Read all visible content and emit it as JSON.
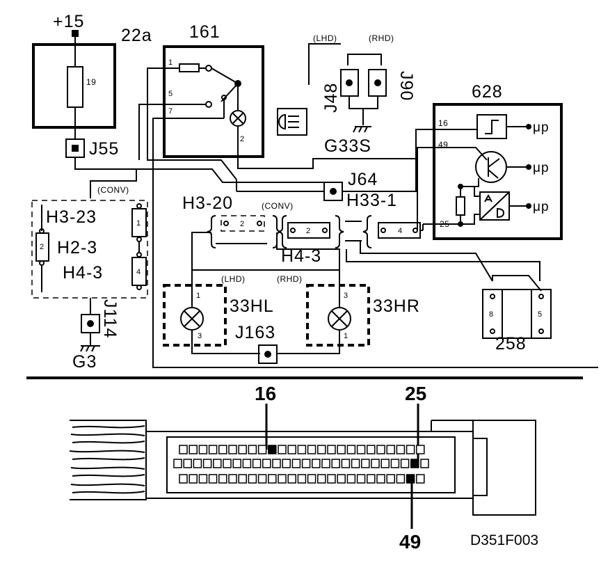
{
  "diagram": {
    "supply": "+15",
    "components": {
      "c22a": "22a",
      "c19": "19",
      "c161": "161",
      "c628": "628",
      "c258": "258",
      "c33HL": "33HL",
      "c33HR": "33HR"
    },
    "relay_pins": {
      "p1": "1",
      "p5": "5",
      "p7": "7",
      "p2": "2"
    },
    "ecu_pins": {
      "p16": "16",
      "p49": "49",
      "p25": "25"
    },
    "mu_p": "μp",
    "connectors": {
      "J55": "J55",
      "J48": "J48",
      "J90": "J90",
      "J64": "J64",
      "J114": "J114",
      "J163": "J163",
      "G33S": "G33S",
      "G3": "G3",
      "H3_23": "H3-23",
      "H2_3": "H2-3",
      "H4_3_left": "H4-3",
      "H3_20": "H3-20",
      "H33_1": "H33-1",
      "H4_3_mid": "H4-3"
    },
    "tags": {
      "lhd": "(LHD)",
      "rhd": "(RHD)",
      "conv": "(CONV)",
      "lhd2": "(LHD)",
      "rhd2": "(RHD)",
      "conv2": "(CONV)"
    },
    "connector_pins": {
      "a1": "1",
      "a4": "4",
      "a2": "2",
      "b2": "2",
      "c2": "2",
      "d4": "4",
      "l1": "1",
      "l3": "3",
      "r3": "3",
      "r1": "1",
      "s8": "8",
      "s5": "5"
    }
  },
  "plug": {
    "pin_16": "16",
    "pin_25": "25",
    "pin_49": "49",
    "figure_code": "D351F003"
  }
}
